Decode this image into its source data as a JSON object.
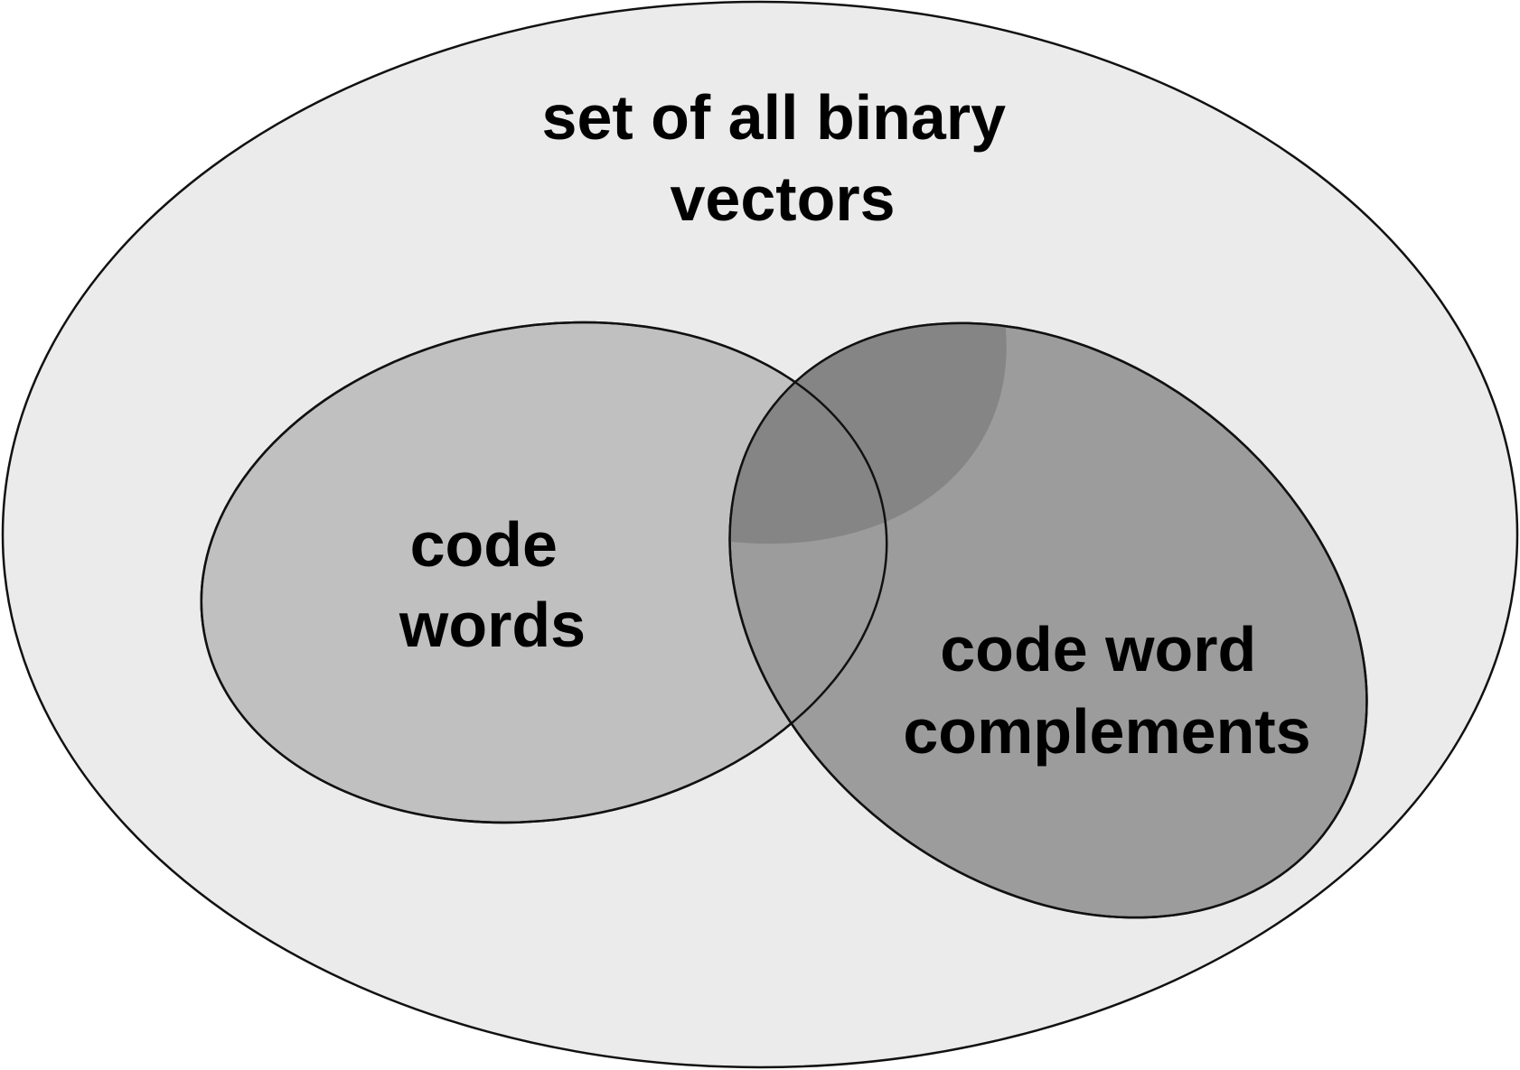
{
  "diagram": {
    "universe": {
      "label_lines": [
        "set of all binary",
        "vectors"
      ],
      "fill": "#ebebeb"
    },
    "code_words": {
      "label_lines": [
        "code",
        "words"
      ],
      "fill": "#c0c0c0"
    },
    "complements": {
      "label_lines": [
        "code word",
        "complements"
      ],
      "fill": "#9c9c9c"
    },
    "overlap": {
      "fill": "#858585"
    },
    "stroke": "#111111"
  }
}
